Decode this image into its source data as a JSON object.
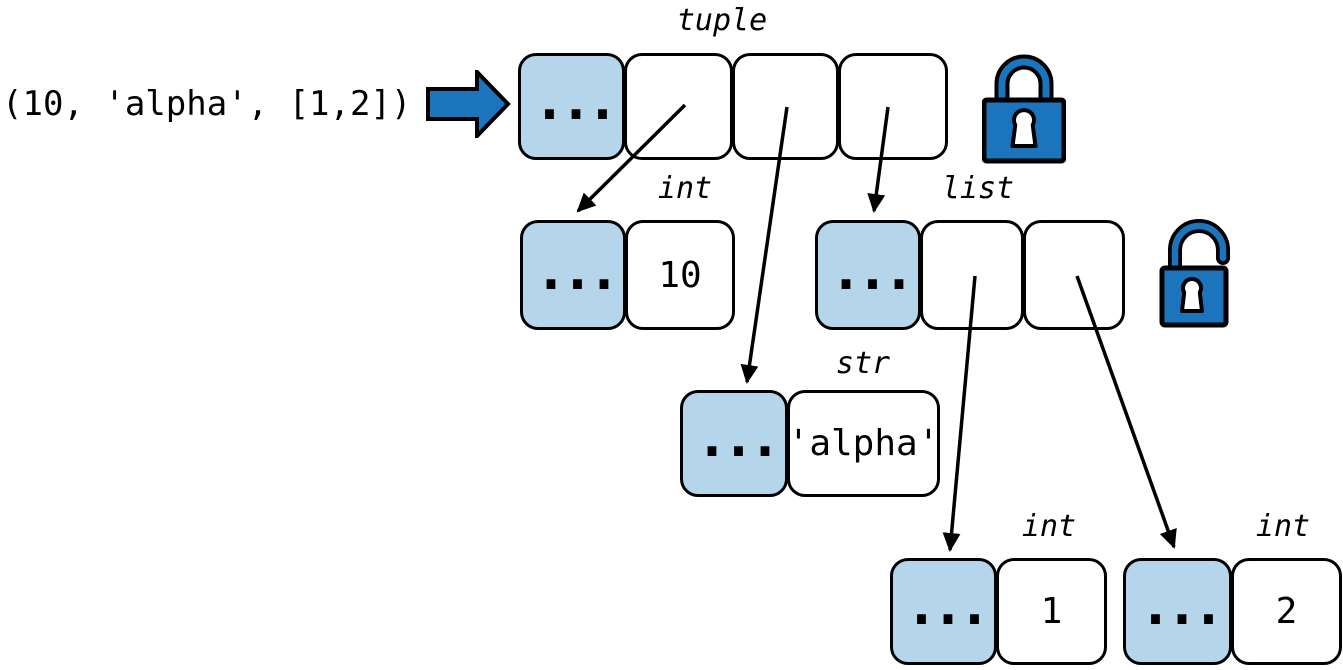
{
  "literal": "(10, 'alpha', [1,2])",
  "objects": {
    "tuple": {
      "type": "tuple",
      "header": "...",
      "item_count": 3,
      "mutability": "immutable"
    },
    "int10": {
      "type": "int",
      "header": "...",
      "value": "10"
    },
    "list": {
      "type": "list",
      "header": "...",
      "item_count": 2,
      "mutability": "mutable"
    },
    "str": {
      "type": "str",
      "header": "...",
      "value": "'alpha'"
    },
    "int1": {
      "type": "int",
      "header": "...",
      "value": "1"
    },
    "int2": {
      "type": "int",
      "header": "...",
      "value": "2"
    }
  },
  "icons": {
    "assignment_arrow": "block-arrow-icon",
    "tuple_lock": "locked-padlock-icon",
    "list_lock": "unlocked-padlock-icon"
  },
  "colors": {
    "header_cell_fill": "#b5d5ea",
    "accent_blue": "#1b74bc",
    "outline": "#000000"
  }
}
